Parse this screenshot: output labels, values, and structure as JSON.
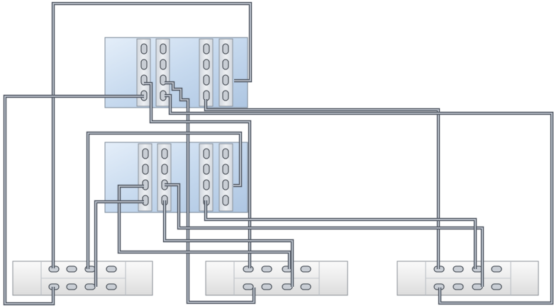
{
  "diagram": {
    "type": "cabling-diagram",
    "controllers": [
      {
        "id": "controller-1",
        "cards": 4,
        "ports_per_card": 4
      },
      {
        "id": "controller-2",
        "cards": 4,
        "ports_per_card": 4
      }
    ],
    "disk_shelves": [
      {
        "id": "shelf-1",
        "position": "left"
      },
      {
        "id": "shelf-2",
        "position": "center"
      },
      {
        "id": "shelf-3",
        "position": "right"
      }
    ],
    "cable_count": 12
  },
  "colors": {
    "controller_fill": "#cfe0f2",
    "controller_stroke": "#7a8796",
    "card_fill": "#dde2e8",
    "port_fill": "#c9ced5",
    "port_stroke": "#555b63",
    "shelf_fill": "#eeeeee",
    "shelf_stroke": "#8a8f96",
    "cable_outer": "#525964",
    "cable_inner": "#c4cbd4"
  }
}
